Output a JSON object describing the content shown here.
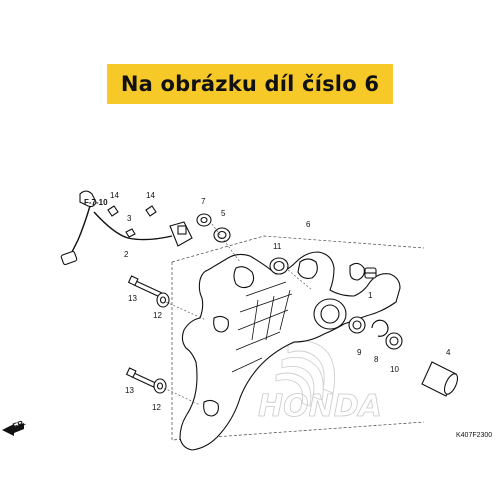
{
  "banner": {
    "text": "Na obrázku díl číslo 6",
    "color": "#f6c928"
  },
  "reference": "F-7-10",
  "direction": "FR.",
  "diagram_code": "K407F2300",
  "watermark": "HONDA",
  "callouts": {
    "c1": "1",
    "c2": "2",
    "c3": "3",
    "c4": "4",
    "c5": "5",
    "c6": "6",
    "c7": "7",
    "c8": "8",
    "c9": "9",
    "c10": "10",
    "c11": "11",
    "c12a": "12",
    "c12b": "12",
    "c13a": "13",
    "c13b": "13",
    "c14a": "14",
    "c14b": "14"
  }
}
